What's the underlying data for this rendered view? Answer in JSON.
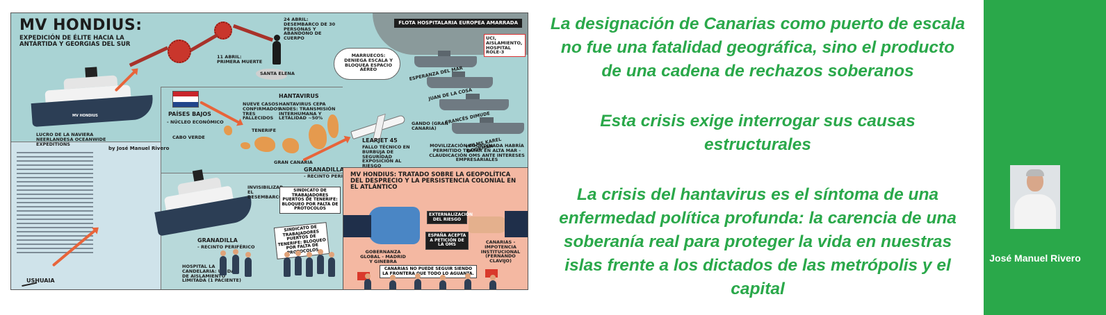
{
  "infographic": {
    "title": "MV HONDIUS:",
    "subtitle": "EXPEDICIÓN DE ÉLITE HACIA LA ANTÁRTIDA Y GEORGIAS DEL SUR",
    "flota": "FLOTA HOSPITALARIA EUROPEA AMARRADA",
    "uci": "UCI, AISLAMIENTO, HOSPITAL ROLE-3",
    "april24": "24 ABRIL: DESEMBARCO DE 30 PERSONAS Y ABANDONO DE CUERPO",
    "santa_elena": "SANTA ELENA",
    "april11": "11 ABRIL: PRIMERA MUERTE",
    "marruecos": "MARRUECOS: DENIEGA ESCALA Y BLOQUEA ESPACIO AÉREO",
    "ships": [
      "ESPERANZA DEL MAR",
      "JUAN DE LA COSA",
      "FRANCÉS DIMUDE",
      "HNLMS KAREL DOORMAN"
    ],
    "paises_bajos": "PAÍSES BAJOS",
    "nucleo": "- NÚCLEO ECONÓMICO",
    "nueve_casos": "NUEVE CASOS CONFIRMADOS TRES FALLECIDOS",
    "hantavirus": "HANTAVIRUS",
    "hantavirus_desc": "HANTAVIRUS CEPA ANDES: TRANSMISIÓN INTERHUMANA Y LETALIDAD ~50%",
    "tenerife": "TENERIFE",
    "cabo_verde": "CABO VERDE",
    "gran_canaria": "GRAN CANARIA",
    "gando": "GANDO (GRAN CANARIA)",
    "learjet": "LEARJET 45",
    "learjet_desc": "FALLO TÉCNICO EN BURBUJA DE SEGURIDAD EXPOSICIÓN AL RIESGO",
    "movilizacion": "MOVILIZACIÓN COORDINADA HABRÍA PERMITIDO TRATAR EN ALTA MAR - CLAUDICACIÓN OMS ANTE INTERESES EMPRESARIALES",
    "lucro": "LUCRO DE LA NAVIERA NEERLANDESA OCEANWIDE EXPEDITIONS",
    "byline": "by José Manuel Rivero",
    "ship_label": "MV HONDIUS",
    "granadilla": "GRANADILLA",
    "recinto": "- RECINTO PERIFÉRICO",
    "invisibilizar": "INVISIBILIZAR EL DESEMBARCO",
    "sindicato": "SINDICATO DE TRABAJADORES PUERTOS DE TENERIFE: BLOQUEO POR FALTA DE PROTOCOLOS",
    "sindicato_sign": "SINDICATO DE TRABAJADORES PUERTOS DE TENERIFE: BLOQUEO POR FALTA DE PROTOCOLOS",
    "granadilla2": "GRANADILLA",
    "recinto2": "- RECINTO PERIFÉRICO",
    "hospital": "HOSPITAL LA CANDELARIA: UNIDAD DE AISLAMIENTO LIMITADA (1 PACIENTE)",
    "ushuaia": "USHUAIA",
    "tratado": "MV HONDIUS: TRATADO SOBRE LA GEOPOLÍTICA DEL DESPRECIO Y LA PERSISTENCIA COLONIAL EN EL ATLÁNTICO",
    "externalizacion": "EXTERNALIZACIÓN DEL RIESGO",
    "gobernanza": "GOBERNANZA GLOBAL - MADRID Y GINEBRA",
    "espana": "ESPAÑA ACEPTA A PETICIÓN DE LA OMS",
    "canarias": "CANARIAS - IMPOTENCIA INSTITUCIONAL (FERNANDO CLAVIJO)",
    "banner": "CANARIAS NO PUEDE SEGUIR SIENDO LA FRONTERA QUE TODO LO AGUANTA."
  },
  "quotes": [
    "La designación de Canarias como puerto de escala no fue una fatalidad geográfica, sino el producto de una cadena de rechazos soberanos",
    "Esta crisis exige interrogar sus causas estructurales",
    "La crisis del hantavirus es el síntoma de una enfermedad política profunda: la carencia de una soberanía real para proteger la vida en nuestras islas frente a los dictados de las metrópolis y el capital"
  ],
  "author": {
    "name": "José Manuel Rivero",
    "avatar_icon": "author-portrait"
  },
  "colors": {
    "quote_green": "#2aa84a",
    "panel_green": "#2aa84a",
    "sea": "#a9d3d4",
    "salmon": "#f4b8a2",
    "accent_orange": "#e8643a"
  }
}
